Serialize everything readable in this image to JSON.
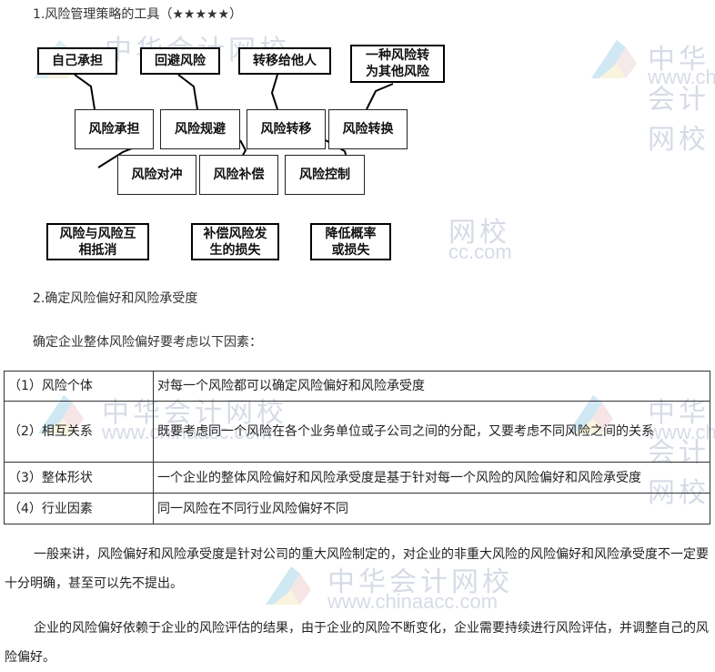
{
  "section1": {
    "title": "1.风险管理策略的工具（★★★★★）"
  },
  "diagram": {
    "top_notes": [
      "自己承担",
      "回避风险",
      "转移给他人",
      "一种风险转为其他风险"
    ],
    "tools_row1": [
      "风险承担",
      "风险规避",
      "风险转移",
      "风险转换"
    ],
    "tools_row2": [
      "风险对冲",
      "风险补偿",
      "风险控制"
    ],
    "bottom_notes": [
      "风险与风险互相抵消",
      "补偿风险发生的损失",
      "降低概率或损失"
    ],
    "top_note_4_line1": "一种风险转",
    "top_note_4_line2": "为其他风险",
    "bottom_note_1_line1": "风险与风险互",
    "bottom_note_1_line2": "相抵消",
    "bottom_note_2_line1": "补偿风险发",
    "bottom_note_2_line2": "生的损失",
    "bottom_note_3_line1": "降低概率",
    "bottom_note_3_line2": "或损失"
  },
  "section2": {
    "title": "2.确定风险偏好和风险承受度",
    "intro": "确定企业整体风险偏好要考虑以下因素："
  },
  "factors_table": {
    "rows": [
      {
        "factor": "（1）风险个体",
        "description": "对每一个风险都可以确定风险偏好和风险承受度"
      },
      {
        "factor": "（2）相互关系",
        "description": "既要考虑同一个风险在各个业务单位或子公司之间的分配，又要考虑不同风险之间的关系"
      },
      {
        "factor": "（3）整体形状",
        "description": "一个企业的整体风险偏好和风险承受度是基于针对每一个风险的风险偏好和风险承受度"
      },
      {
        "factor": "（4）行业因素",
        "description": "同一风险在不同行业风险偏好不同"
      }
    ]
  },
  "paragraphs": [
    "一般来讲，风险偏好和风险承受度是针对公司的重大风险制定的，对企业的非重大风险的风险偏好和风险承受度不一定要十分明确，甚至可以先不提出。",
    "企业的风险偏好依赖于企业的风险评估的结果，由于企业的风险不断变化，企业需要持续进行风险评估，并调整自己的风险偏好。"
  ],
  "watermark": {
    "brand_cn": "中华会计网校",
    "brand_url": "www.chinaacc.com",
    "partial_cn": "网校",
    "partial_url": "cc.com"
  }
}
